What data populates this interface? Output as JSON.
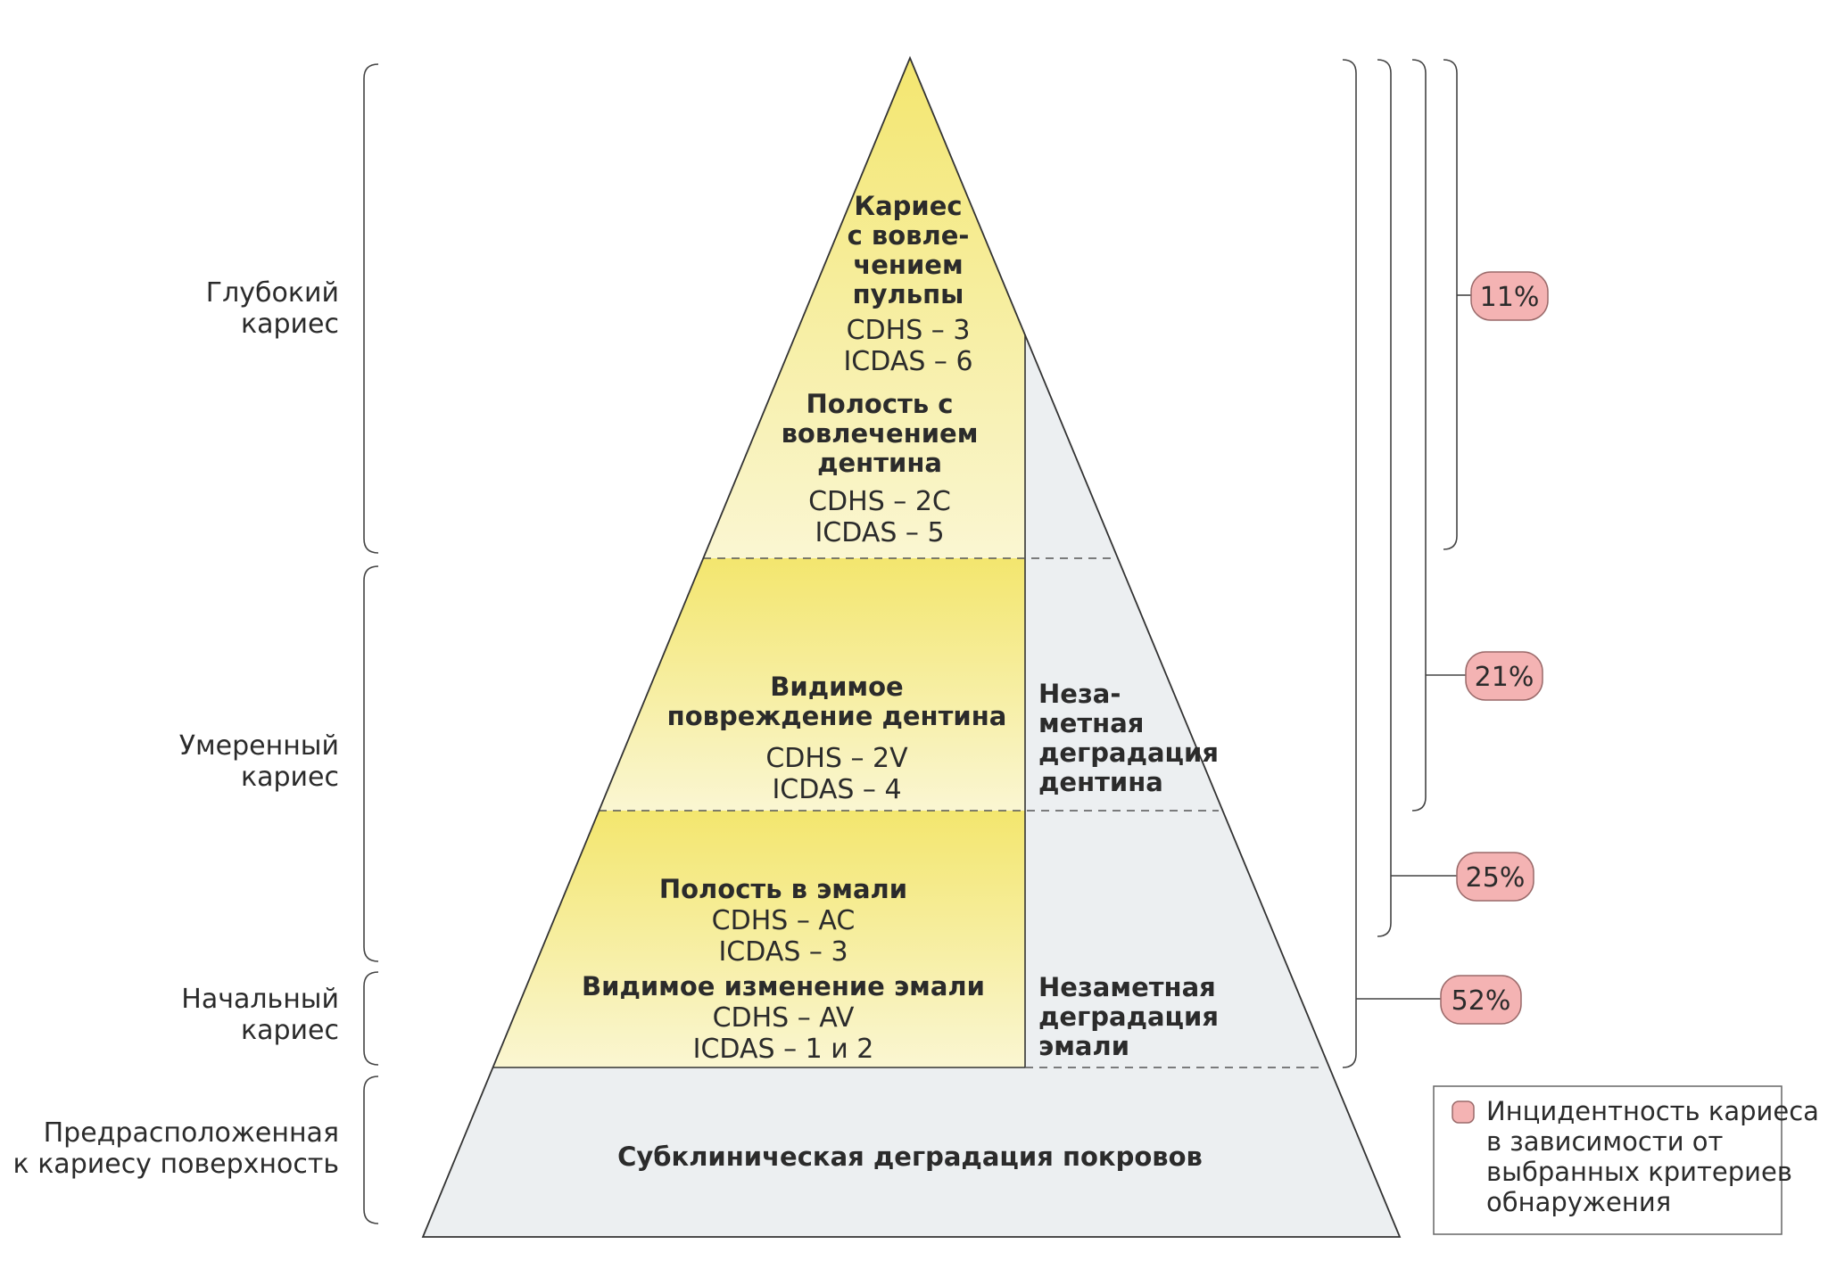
{
  "colors": {
    "yellow": "#f3e66e",
    "yellow_light": "#faf6d2",
    "gray_fill": "#eceff1",
    "pill_fill": "#f4b3b3",
    "pill_stroke": "#9a6a6a",
    "outline": "#333333"
  },
  "left_labels": {
    "deep": [
      "Глубокий",
      "кариес"
    ],
    "moderate": [
      "Умеренный",
      "кариес"
    ],
    "initial": [
      "Начальный",
      "кариес"
    ],
    "predisposed": [
      "Предрасположенная",
      "к кариесу поверхность"
    ]
  },
  "pyramid": {
    "pulp": {
      "lines": [
        "Кариес",
        "с вовле-",
        "чением",
        "пульпы"
      ],
      "codes": [
        "CDHS – 3",
        "ICDAS – 6"
      ]
    },
    "dentin_cavity": {
      "lines": [
        "Полость с",
        "вовлечением",
        "дентина"
      ],
      "codes": [
        "CDHS – 2C",
        "ICDAS – 5"
      ]
    },
    "dentin_visible": {
      "lines": [
        "Видимое",
        "повреждение дентина"
      ],
      "codes": [
        "CDHS – 2V",
        "ICDAS – 4"
      ]
    },
    "enamel_cavity": {
      "lines": [
        "Полость в эмали"
      ],
      "codes": [
        "CDHS – AC",
        "ICDAS – 3"
      ]
    },
    "enamel_visible": {
      "lines": [
        "Видимое изменение эмали"
      ],
      "codes": [
        "CDHS – AV",
        "ICDAS – 1 и 2"
      ]
    },
    "dentin_hidden": [
      "Неза-",
      "метная",
      "деградация",
      "дентина"
    ],
    "enamel_hidden": [
      "Незаметная",
      "деградация",
      "эмали"
    ],
    "subclinical": "Субклиническая деградация покровов"
  },
  "incidence": [
    "11%",
    "21%",
    "25%",
    "52%"
  ],
  "legend": {
    "lines": [
      "Инцидентность кариеса",
      "в зависимости от",
      "выбранных критериев",
      "обнаружения"
    ]
  }
}
